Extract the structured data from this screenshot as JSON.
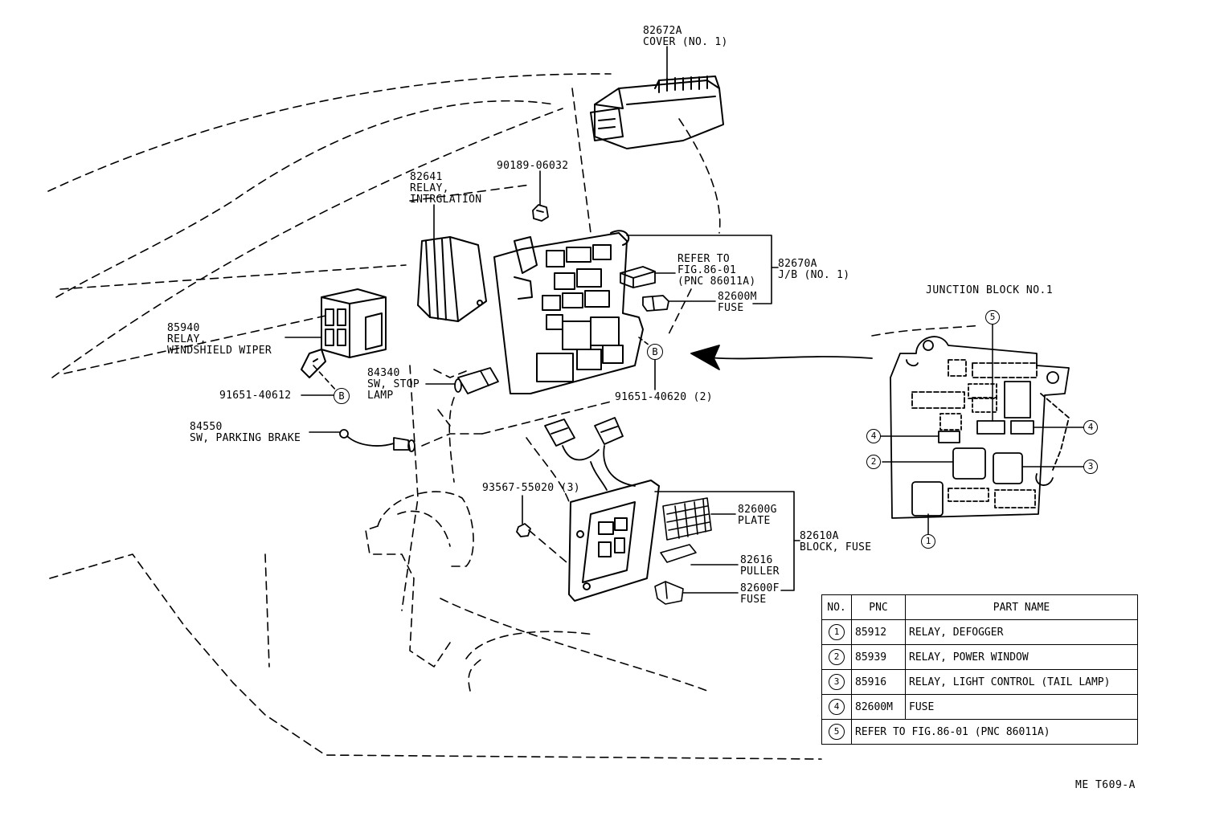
{
  "labels": {
    "cover_pnc": "82672A",
    "cover_name": "COVER (NO. 1)",
    "bolt_pnc": "90189-06032",
    "relay_int_pnc": "82641",
    "relay_int_l1": "RELAY,",
    "relay_int_l2": "INTRGLATION",
    "refer_l1": "REFER TO",
    "refer_l2": "FIG.86-01",
    "refer_l3": "(PNC 86011A)",
    "jb_pnc": "82670A",
    "jb_name": "J/B (NO. 1)",
    "fuse_m_pnc": "82600M",
    "fuse_m_name": "FUSE",
    "wiper_pnc": "85940",
    "wiper_l1": "RELAY,",
    "wiper_l2": "WINDSHIELD WIPER",
    "stop_pnc": "84340",
    "stop_l1": "SW, STOP",
    "stop_l2": "LAMP",
    "clip_left": "91651-40612",
    "clip_right": "91651-40620 (2)",
    "park_pnc": "84550",
    "park_name": "SW, PARKING BRAKE",
    "nut_pnc": "93567-55020 (3)",
    "plate_pnc": "82600G",
    "plate_name": "PLATE",
    "puller_pnc": "82616",
    "puller_name": "PULLER",
    "fuse_f_pnc": "82600F",
    "fuse_f_name": "FUSE",
    "block_pnc": "82610A",
    "block_name": "BLOCK, FUSE",
    "callout_b": "B",
    "jb_title": "JUNCTION BLOCK NO.1",
    "fig_code": "ME T609-A"
  },
  "inset_callouts": [
    "5",
    "4",
    "4",
    "2",
    "3",
    "1"
  ],
  "parts_table": {
    "headers": [
      "NO.",
      "PNC",
      "PART NAME"
    ],
    "rows": [
      {
        "no": "1",
        "pnc": "85912",
        "name": "RELAY, DEFOGGER"
      },
      {
        "no": "2",
        "pnc": "85939",
        "name": "RELAY, POWER WINDOW"
      },
      {
        "no": "3",
        "pnc": "85916",
        "name": "RELAY, LIGHT CONTROL  (TAIL LAMP)"
      },
      {
        "no": "4",
        "pnc": "82600M",
        "name": "FUSE"
      },
      {
        "no": "5",
        "pnc": "",
        "name": "REFER TO FIG.86-01 (PNC 86011A)"
      }
    ]
  }
}
